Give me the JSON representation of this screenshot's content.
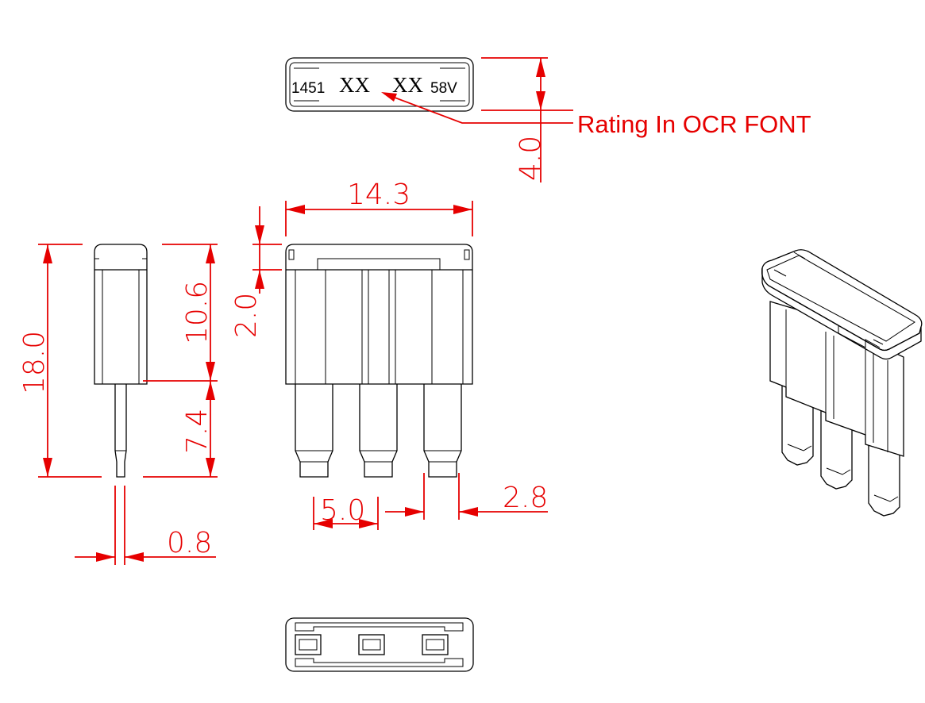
{
  "top_view": {
    "marking": {
      "part": "1451",
      "code1": "XX",
      "code2": "XX",
      "voltage": "58V"
    },
    "callout": "Rating In OCR FONT",
    "height_dim": "4.0"
  },
  "front_view": {
    "width_dim": "14.3",
    "cap_dim": "2.0",
    "pitch_dim": "5.0",
    "blade_width_dim": "2.8"
  },
  "side_view": {
    "total_height_dim": "18.0",
    "body_height_dim": "10.6",
    "blade_length_dim": "7.4",
    "blade_thickness_dim": "0.8"
  },
  "colors": {
    "dimension": "#e60000",
    "outline": "#000000"
  }
}
